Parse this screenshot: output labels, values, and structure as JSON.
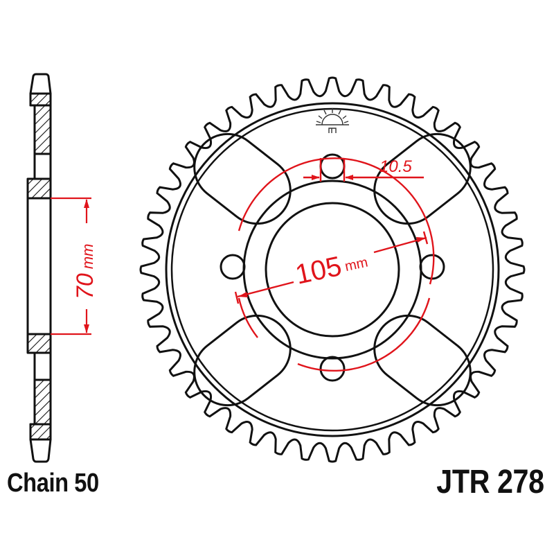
{
  "diagram": {
    "type": "sprocket-technical-drawing",
    "colors": {
      "line": "#111111",
      "dimension": "#e0141b",
      "background": "#ffffff"
    },
    "side_profile": {
      "dimension_value": "70",
      "dimension_unit": "mm",
      "dimension_label": "70 mm"
    },
    "front_view": {
      "teeth_count": 44,
      "bolt_holes": 4,
      "lightening_slots": 4,
      "logo": "sun-logo-icon",
      "pcd_value": "105",
      "pcd_unit": "mm",
      "bolt_hole_value": "10.5"
    },
    "labels": {
      "chain": "Chain 50",
      "part_number": "JTR 278"
    }
  }
}
